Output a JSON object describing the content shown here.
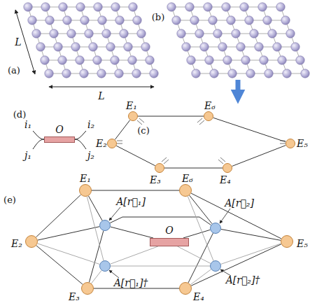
{
  "diagram": {
    "nodes": [
      {
        "text": [
          "E₁"
        ]
      },
      {
        "text": [
          "E₂"
        ]
      },
      {
        "text": [
          "E₃"
        ]
      },
      {
        "text": [
          "E₄"
        ]
      },
      {
        "text": [
          "E₅"
        ]
      },
      {
        "text": [
          "E₆"
        ]
      },
      {
        "text": [
          "O"
        ]
      },
      {
        "text": [
          "E₁"
        ]
      },
      {
        "text": [
          "E₂"
        ]
      },
      {
        "text": [
          "E₃"
        ]
      },
      {
        "text": [
          "E₄"
        ]
      },
      {
        "text": [
          "E₅"
        ]
      },
      {
        "text": [
          "E₆"
        ]
      },
      {
        "text": [
          "A[r⃗₁]"
        ]
      },
      {
        "text": [
          "O"
        ]
      },
      {
        "text": [
          "A[r⃗₂]"
        ]
      },
      {
        "text": [
          "A[r⃗₁]†"
        ]
      },
      {
        "text": [
          "A[r⃗₂]†"
        ]
      }
    ],
    "edges": [
      {
        "from": 0,
        "to": 5,
        "arrow": "none"
      },
      {
        "from": 5,
        "to": 4,
        "arrow": "none"
      },
      {
        "from": 4,
        "to": 3,
        "arrow": "none"
      },
      {
        "from": 3,
        "to": 2,
        "arrow": "none"
      },
      {
        "from": 2,
        "to": 1,
        "arrow": "none"
      },
      {
        "from": 1,
        "to": 0,
        "arrow": "none"
      },
      {
        "from": 7,
        "to": 12,
        "arrow": "none"
      },
      {
        "from": 12,
        "to": 11,
        "arrow": "none"
      },
      {
        "from": 11,
        "to": 10,
        "arrow": "none"
      },
      {
        "from": 10,
        "to": 9,
        "arrow": "none"
      },
      {
        "from": 9,
        "to": 8,
        "arrow": "none"
      },
      {
        "from": 8,
        "to": 7,
        "arrow": "none"
      },
      {
        "from": 13,
        "to": 7,
        "arrow": "none"
      },
      {
        "from": 13,
        "to": 8,
        "arrow": "none"
      },
      {
        "from": 13,
        "to": 9,
        "arrow": "none"
      },
      {
        "from": 13,
        "to": 14,
        "arrow": "none"
      },
      {
        "from": 13,
        "to": 15,
        "arrow": "none"
      },
      {
        "from": 15,
        "to": 12,
        "arrow": "none"
      },
      {
        "from": 15,
        "to": 11,
        "arrow": "none"
      },
      {
        "from": 15,
        "to": 10,
        "arrow": "none"
      },
      {
        "from": 15,
        "to": 14,
        "arrow": "none"
      },
      {
        "from": 16,
        "to": 7,
        "arrow": "none"
      },
      {
        "from": 16,
        "to": 8,
        "arrow": "none"
      },
      {
        "from": 16,
        "to": 9,
        "arrow": "none"
      },
      {
        "from": 16,
        "to": 14,
        "arrow": "none"
      },
      {
        "from": 16,
        "to": 17,
        "arrow": "none"
      },
      {
        "from": 17,
        "to": 12,
        "arrow": "none"
      },
      {
        "from": 17,
        "to": 11,
        "arrow": "none"
      },
      {
        "from": 17,
        "to": 10,
        "arrow": "none"
      },
      {
        "from": 17,
        "to": 14,
        "arrow": "none"
      }
    ],
    "labels": [
      "(a)",
      "L",
      "L",
      "(b)",
      "(c)",
      "(d)",
      "i₁",
      "i₂",
      "j₁",
      "j₂",
      "(e)"
    ]
  }
}
